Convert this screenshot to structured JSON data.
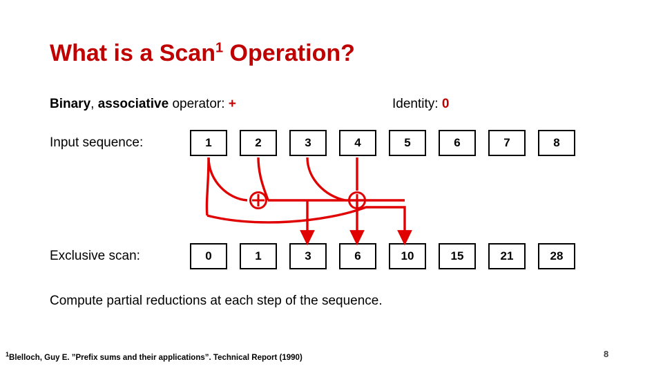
{
  "slide": {
    "title_main": "What is a Scan",
    "title_sup": "1",
    "title_tail": " Operation?",
    "binary_label": "Binary",
    "associative_label": "associative",
    "operator_text": " operator: ",
    "operator_symbol": "+",
    "identity_label": "Identity: ",
    "identity_symbol": "0",
    "input_label": "Input sequence:",
    "scan_label": "Exclusive scan:",
    "caption": "Compute partial reductions at each step of the sequence.",
    "footnote_sup": "1",
    "footnote": "Blelloch, Guy E. ”Prefix sums and their applications”. Technical Report (1990)",
    "page_number": "8",
    "accent_color": "#c00000",
    "input_sequence": [
      "1",
      "2",
      "3",
      "4",
      "5",
      "6",
      "7",
      "8"
    ],
    "exclusive_scan": [
      "0",
      "1",
      "3",
      "6",
      "10",
      "15",
      "21",
      "28"
    ],
    "operator_nodes": [
      "⊕",
      "⊕"
    ]
  }
}
